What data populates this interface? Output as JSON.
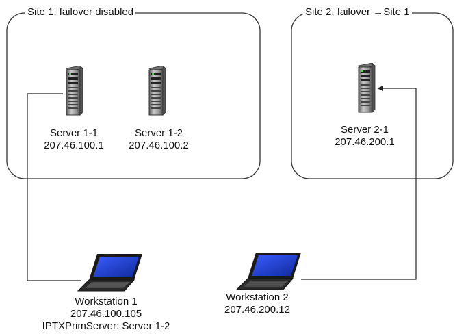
{
  "sites": [
    {
      "title": "Site 1, failover disabled"
    },
    {
      "title": "Site 2, failover →Site 1"
    }
  ],
  "servers": [
    {
      "name": "Server 1-1",
      "ip": "207.46.100.1"
    },
    {
      "name": "Server 1-2",
      "ip": "207.46.100.2"
    },
    {
      "name": "Server 2-1",
      "ip": "207.46.200.1"
    }
  ],
  "workstations": [
    {
      "name": "Workstation 1",
      "ip": "207.46.100.105",
      "note": "IPTXPrimServer: Server 1-2"
    },
    {
      "name": "Workstation 2",
      "ip": "207.46.200.12"
    }
  ],
  "colors": {
    "line": "#222222",
    "server_body": "#8a8a8a",
    "screen": "#1f3dbd"
  }
}
